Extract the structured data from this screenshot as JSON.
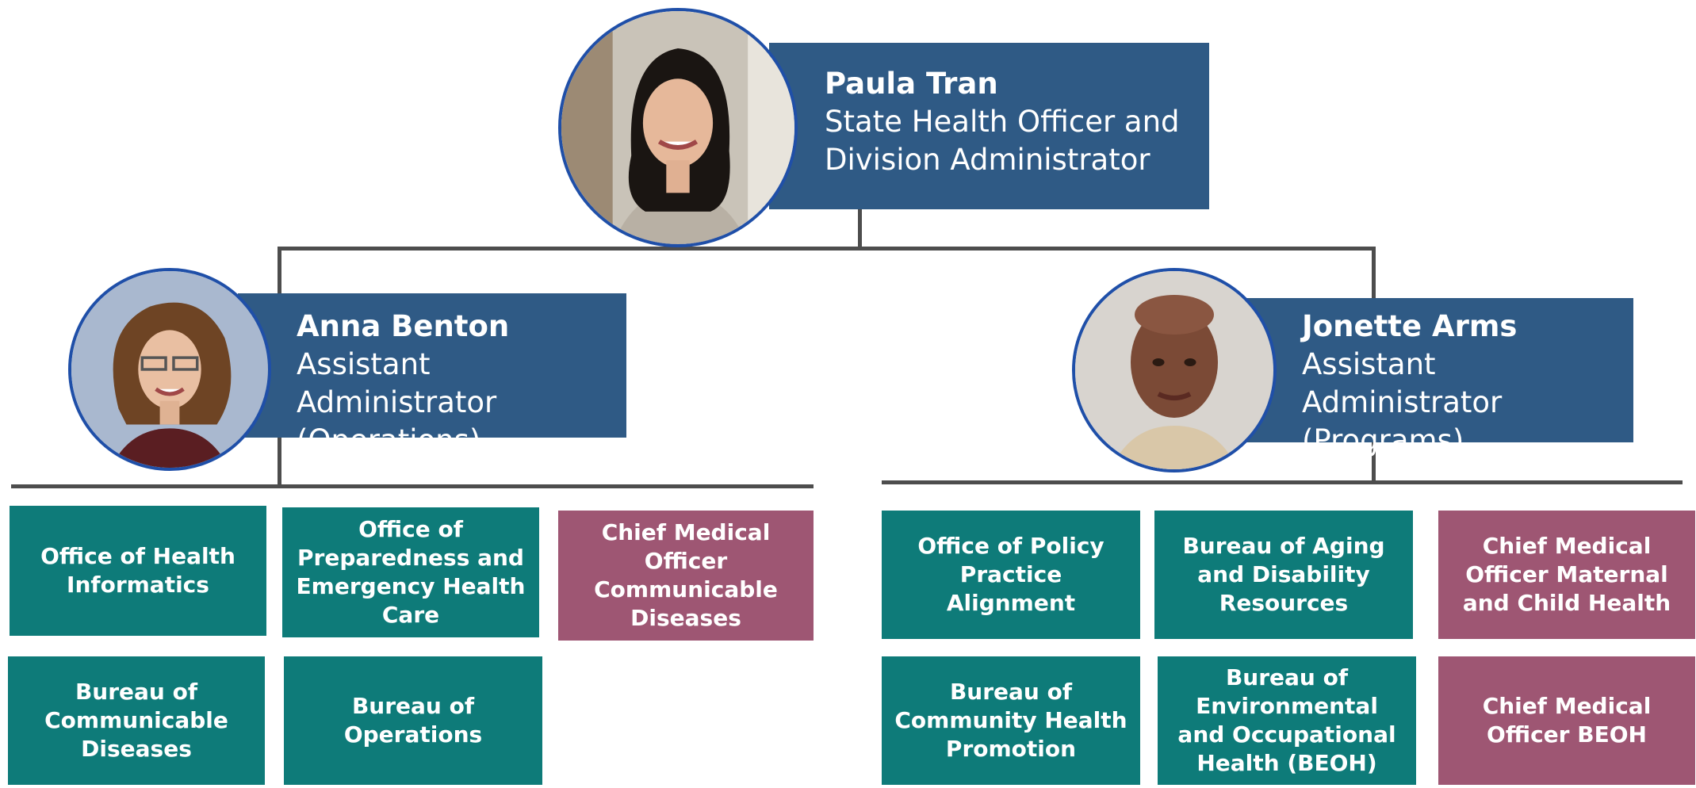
{
  "colors": {
    "name_box": "#2f5a85",
    "unit": "#0e7b79",
    "medical": "#9e5673",
    "connector": "#4d4d4d",
    "avatar_ring": "#1f4fa8"
  },
  "top": {
    "name": "Paula Tran",
    "title_line1": "State Health Officer and",
    "title_line2": "Division Administrator"
  },
  "left": {
    "name": "Anna Benton",
    "title_line1": "Assistant Administrator",
    "title_line2": "(Operations)"
  },
  "right": {
    "name": "Jonette Arms",
    "title_line1": "Assistant Administrator",
    "title_line2": "(Programs)"
  },
  "left_units": [
    "Office of Health Informatics",
    "Office of Preparedness and Emergency Health Care",
    "Chief Medical Officer Communicable Diseases",
    "Bureau of Communicable Diseases",
    "Bureau of Operations"
  ],
  "right_units": [
    "Office of Policy Practice Alignment",
    "Bureau of Aging and Disability Resources",
    "Chief Medical Officer Maternal and Child Health",
    "Bureau of Community Health Promotion",
    "Bureau of Environmental and Occupational Health (BEOH)",
    "Chief Medical Officer BEOH"
  ]
}
